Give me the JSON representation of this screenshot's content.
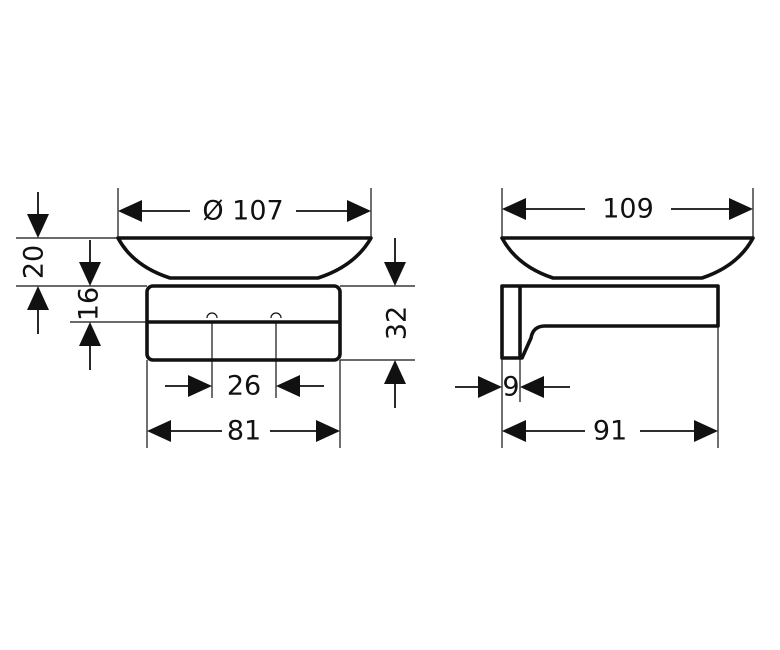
{
  "front_view": {
    "diameter": "Ø 107",
    "bowl_height": "20",
    "upper_gap": "16",
    "bracket_height": "32",
    "screw_spacing": "26",
    "bracket_width": "81"
  },
  "side_view": {
    "bowl_width": "109",
    "wall_plate_depth": "9",
    "projection": "91"
  }
}
